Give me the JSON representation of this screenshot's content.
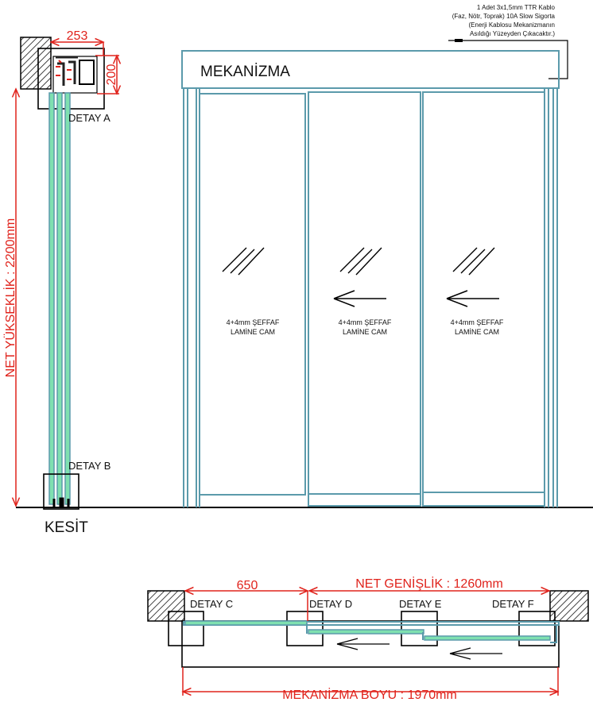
{
  "cable_note": {
    "lines": [
      "1 Adet 3x1,5mm TTR Kablo",
      "(Faz, Nötr, Toprak) 10A Slow Sigorta",
      "(Enerji Kablosu Mekanizmanın",
      "Asıldığı Yüzeyden Çıkacaktır.)"
    ]
  },
  "section": {
    "dim_width": "253",
    "dim_height": "200",
    "height_label": "NET YÜKSEKLİK : 2200mm",
    "detail_a": "DETAY A",
    "detail_b": "DETAY B",
    "title": "KESİT"
  },
  "elevation": {
    "mechanism_label": "MEKANİZMA",
    "panels": [
      {
        "glass_line1": "4+4mm ŞEFFAF",
        "glass_line2": "LAMİNE CAM",
        "arrow": false
      },
      {
        "glass_line1": "4+4mm ŞEFFAF",
        "glass_line2": "LAMİNE CAM",
        "arrow": true
      },
      {
        "glass_line1": "4+4mm ŞEFFAF",
        "glass_line2": "LAMİNE CAM",
        "arrow": true
      }
    ]
  },
  "plan": {
    "dim_left": "650",
    "net_width": "NET GENİŞLİK : 1260mm",
    "mechanism_length": "MEKANİZMA BOYU : 1970mm",
    "details": [
      "DETAY C",
      "DETAY D",
      "DETAY E",
      "DETAY F"
    ]
  },
  "colors": {
    "dimension": "#e0231c",
    "profile": "#5b9aab",
    "glass": "#7fe0b0"
  }
}
